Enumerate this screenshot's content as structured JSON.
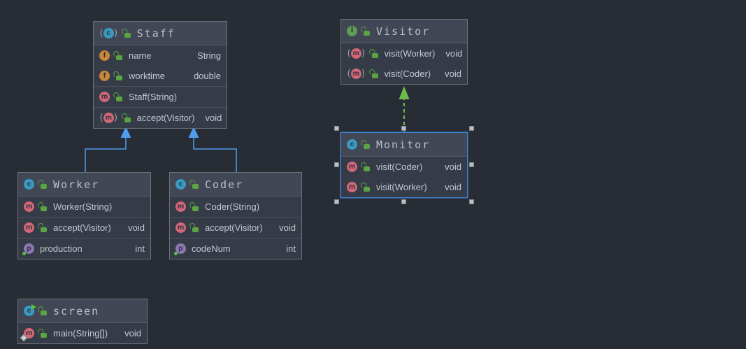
{
  "glyphs": {
    "paren_open": "(",
    "paren_close": ")"
  },
  "icons": {
    "class": "c",
    "interface": "I",
    "method": "m",
    "field": "f",
    "property": "p"
  },
  "colors": {
    "canvas_bg": "#282c34",
    "node_bg": "#353b47",
    "node_header_bg": "#414754",
    "node_border": "#6d727c",
    "selection_blue": "#3f80d0",
    "extends_edge_blue": "#4f9df0",
    "implements_edge_green": "#6dbb4d",
    "class_icon_blue": "#3b9ac2",
    "interface_icon_green": "#5f9e55",
    "method_icon_pink": "#d26877",
    "field_icon_amber": "#c8873a",
    "property_icon_purple": "#8f76b2",
    "lock_green": "#5ba343",
    "text": "#c2c8d1"
  },
  "nodes": {
    "staff": {
      "title": "Staff",
      "kind": "abstract class",
      "fields": [
        {
          "name": "name",
          "type": "String"
        },
        {
          "name": "worktime",
          "type": "double"
        }
      ],
      "constructors": [
        {
          "name": "Staff(String)"
        }
      ],
      "methods": [
        {
          "name": "accept(Visitor)",
          "type": "void",
          "modifier": "abstract"
        }
      ]
    },
    "visitor": {
      "title": "Visitor",
      "kind": "interface",
      "methods": [
        {
          "name": "visit(Worker)",
          "type": "void",
          "modifier": "abstract"
        },
        {
          "name": "visit(Coder)",
          "type": "void",
          "modifier": "abstract"
        }
      ]
    },
    "monitor": {
      "title": "Monitor",
      "kind": "class",
      "selected": true,
      "methods": [
        {
          "name": "visit(Coder)",
          "type": "void"
        },
        {
          "name": "visit(Worker)",
          "type": "void"
        }
      ]
    },
    "worker": {
      "title": "Worker",
      "kind": "class",
      "constructors": [
        {
          "name": "Worker(String)"
        }
      ],
      "methods": [
        {
          "name": "accept(Visitor)",
          "type": "void"
        }
      ],
      "properties": [
        {
          "name": "production",
          "type": "int"
        }
      ]
    },
    "coder": {
      "title": "Coder",
      "kind": "class",
      "constructors": [
        {
          "name": "Coder(String)"
        }
      ],
      "methods": [
        {
          "name": "accept(Visitor)",
          "type": "void"
        }
      ],
      "properties": [
        {
          "name": "codeNum",
          "type": "int"
        }
      ]
    },
    "screen": {
      "title": "screen",
      "kind": "runnable class",
      "methods": [
        {
          "name": "main(String[])",
          "type": "void",
          "modifier": "entry point"
        }
      ]
    }
  },
  "edges": [
    {
      "from": "Worker",
      "to": "Staff",
      "relation": "extends",
      "style": "solid blue, filled triangle"
    },
    {
      "from": "Coder",
      "to": "Staff",
      "relation": "extends",
      "style": "solid blue, filled triangle"
    },
    {
      "from": "Monitor",
      "to": "Visitor",
      "relation": "implements",
      "style": "dashed green, filled triangle"
    }
  ]
}
